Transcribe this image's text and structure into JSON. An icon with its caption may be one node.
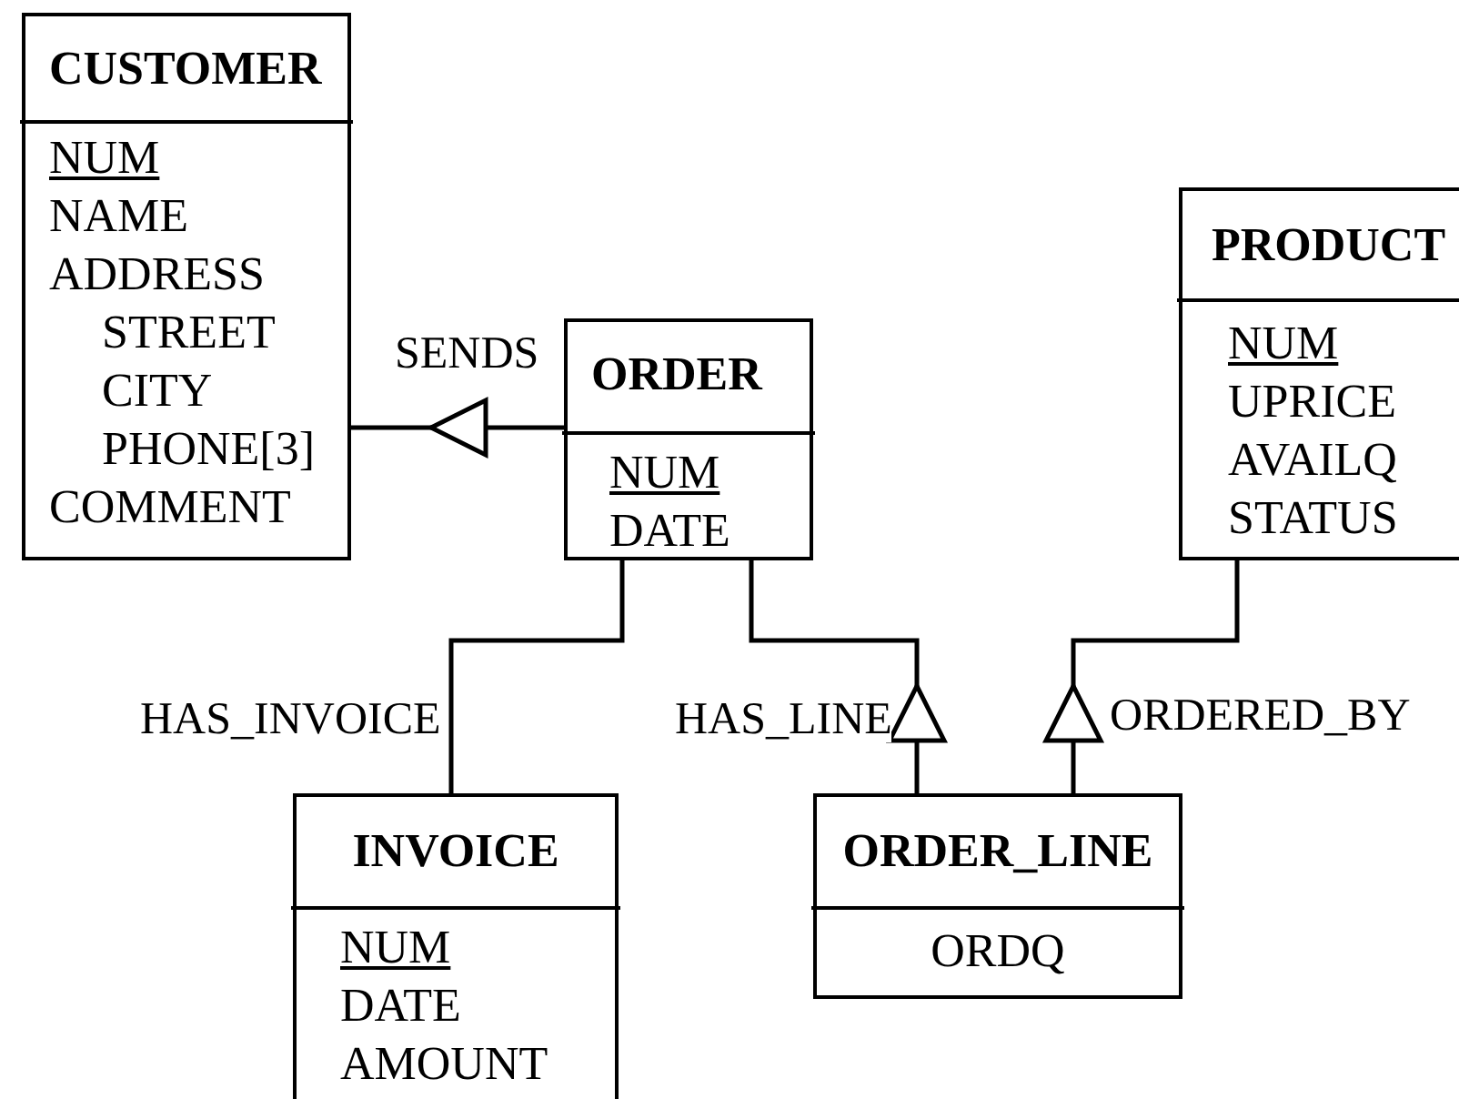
{
  "diagram": {
    "nodes": [
      {
        "text": [
          "CUSTOMER",
          "NUM",
          "NAME",
          "ADDRESS",
          "STREET",
          "CITY",
          "PHONE[3]",
          "COMMENT"
        ]
      },
      {
        "text": [
          "PRODUCT",
          "NUM",
          "UPRICE",
          "AVAILQ",
          "STATUS"
        ]
      },
      {
        "text": [
          "ORDER",
          "NUM",
          "DATE"
        ]
      },
      {
        "text": [
          "INVOICE",
          "NUM",
          "DATE",
          "AMOUNT"
        ]
      },
      {
        "text": [
          "ORDER_LINE",
          "ORDQ"
        ]
      }
    ],
    "edges": [
      {
        "from": 2,
        "to": 0,
        "arrow": "to",
        "label": "SENDS"
      },
      {
        "from": 2,
        "to": 3,
        "arrow": "none",
        "label": "HAS_INVOICE"
      },
      {
        "from": 4,
        "to": 2,
        "arrow": "to",
        "label": "HAS_LINE"
      },
      {
        "from": 4,
        "to": 1,
        "arrow": "to",
        "label": "ORDERED_BY"
      }
    ]
  }
}
